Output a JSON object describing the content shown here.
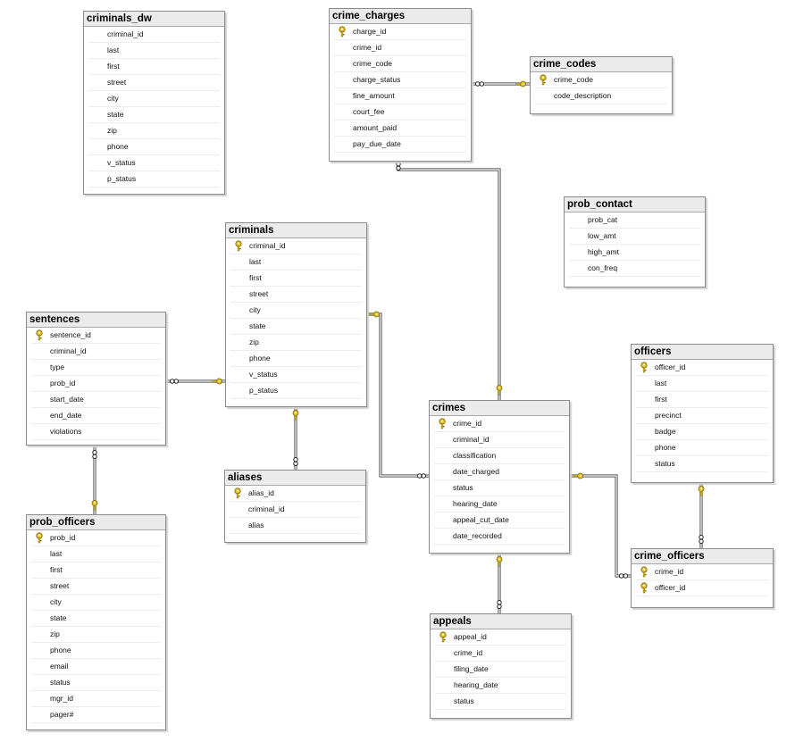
{
  "tables": {
    "criminals_dw": {
      "title": "criminals_dw",
      "columns": [
        {
          "name": "criminal_id",
          "pk": false
        },
        {
          "name": "last",
          "pk": false
        },
        {
          "name": "first",
          "pk": false
        },
        {
          "name": "street",
          "pk": false
        },
        {
          "name": "city",
          "pk": false
        },
        {
          "name": "state",
          "pk": false
        },
        {
          "name": "zip",
          "pk": false
        },
        {
          "name": "phone",
          "pk": false
        },
        {
          "name": "v_status",
          "pk": false
        },
        {
          "name": "p_status",
          "pk": false
        }
      ]
    },
    "crime_charges": {
      "title": "crime_charges",
      "columns": [
        {
          "name": "charge_id",
          "pk": true
        },
        {
          "name": "crime_id",
          "pk": false
        },
        {
          "name": "crime_code",
          "pk": false
        },
        {
          "name": "charge_status",
          "pk": false
        },
        {
          "name": "fine_amount",
          "pk": false
        },
        {
          "name": "court_fee",
          "pk": false
        },
        {
          "name": "amount_paid",
          "pk": false
        },
        {
          "name": "pay_due_date",
          "pk": false
        }
      ]
    },
    "crime_codes": {
      "title": "crime_codes",
      "columns": [
        {
          "name": "crime_code",
          "pk": true
        },
        {
          "name": "code_description",
          "pk": false
        }
      ]
    },
    "prob_contact": {
      "title": "prob_contact",
      "columns": [
        {
          "name": "prob_cat",
          "pk": false
        },
        {
          "name": "low_amt",
          "pk": false
        },
        {
          "name": "high_amt",
          "pk": false
        },
        {
          "name": "con_freq",
          "pk": false
        }
      ]
    },
    "criminals": {
      "title": "criminals",
      "columns": [
        {
          "name": "criminal_id",
          "pk": true
        },
        {
          "name": "last",
          "pk": false
        },
        {
          "name": "first",
          "pk": false
        },
        {
          "name": "street",
          "pk": false
        },
        {
          "name": "city",
          "pk": false
        },
        {
          "name": "state",
          "pk": false
        },
        {
          "name": "zip",
          "pk": false
        },
        {
          "name": "phone",
          "pk": false
        },
        {
          "name": "v_status",
          "pk": false
        },
        {
          "name": "p_status",
          "pk": false
        }
      ]
    },
    "sentences": {
      "title": "sentences",
      "columns": [
        {
          "name": "sentence_id",
          "pk": true
        },
        {
          "name": "criminal_id",
          "pk": false
        },
        {
          "name": "type",
          "pk": false
        },
        {
          "name": "prob_id",
          "pk": false
        },
        {
          "name": "start_date",
          "pk": false
        },
        {
          "name": "end_date",
          "pk": false
        },
        {
          "name": "violations",
          "pk": false
        }
      ]
    },
    "officers": {
      "title": "officers",
      "columns": [
        {
          "name": "officer_id",
          "pk": true
        },
        {
          "name": "last",
          "pk": false
        },
        {
          "name": "first",
          "pk": false
        },
        {
          "name": "precinct",
          "pk": false
        },
        {
          "name": "badge",
          "pk": false
        },
        {
          "name": "phone",
          "pk": false
        },
        {
          "name": "status",
          "pk": false
        }
      ]
    },
    "crimes": {
      "title": "crimes",
      "columns": [
        {
          "name": "crime_id",
          "pk": true
        },
        {
          "name": "criminal_id",
          "pk": false
        },
        {
          "name": "classification",
          "pk": false
        },
        {
          "name": "date_charged",
          "pk": false
        },
        {
          "name": "status",
          "pk": false
        },
        {
          "name": "hearing_date",
          "pk": false
        },
        {
          "name": "appeal_cut_date",
          "pk": false
        },
        {
          "name": "date_recorded",
          "pk": false
        }
      ]
    },
    "aliases": {
      "title": "aliases",
      "columns": [
        {
          "name": "alias_id",
          "pk": true
        },
        {
          "name": "criminal_id",
          "pk": false
        },
        {
          "name": "alias",
          "pk": false
        }
      ]
    },
    "prob_officers": {
      "title": "prob_officers",
      "columns": [
        {
          "name": "prob_id",
          "pk": true
        },
        {
          "name": "last",
          "pk": false
        },
        {
          "name": "first",
          "pk": false
        },
        {
          "name": "street",
          "pk": false
        },
        {
          "name": "city",
          "pk": false
        },
        {
          "name": "state",
          "pk": false
        },
        {
          "name": "zip",
          "pk": false
        },
        {
          "name": "phone",
          "pk": false
        },
        {
          "name": "email",
          "pk": false
        },
        {
          "name": "status",
          "pk": false
        },
        {
          "name": "mgr_id",
          "pk": false
        },
        {
          "name": "pager#",
          "pk": false
        }
      ]
    },
    "crime_officers": {
      "title": "crime_officers",
      "columns": [
        {
          "name": "crime_id",
          "pk": true
        },
        {
          "name": "officer_id",
          "pk": true
        }
      ]
    },
    "appeals": {
      "title": "appeals",
      "columns": [
        {
          "name": "appeal_id",
          "pk": true
        },
        {
          "name": "crime_id",
          "pk": false
        },
        {
          "name": "filing_date",
          "pk": false
        },
        {
          "name": "hearing_date",
          "pk": false
        },
        {
          "name": "status",
          "pk": false
        }
      ]
    }
  },
  "relationships": [
    {
      "from": "crime_charges",
      "to": "crime_codes",
      "many_end": "crime_charges",
      "one_end": "crime_codes"
    },
    {
      "from": "crime_charges",
      "to": "crimes",
      "many_end": "crime_charges",
      "one_end": "crimes"
    },
    {
      "from": "sentences",
      "to": "criminals",
      "many_end": "sentences",
      "one_end": "criminals"
    },
    {
      "from": "criminals",
      "to": "crimes",
      "many_end": "crimes",
      "one_end": "criminals"
    },
    {
      "from": "criminals",
      "to": "aliases",
      "many_end": "aliases",
      "one_end": "criminals"
    },
    {
      "from": "sentences",
      "to": "prob_officers",
      "many_end": "sentences",
      "one_end": "prob_officers"
    },
    {
      "from": "crimes",
      "to": "crime_officers",
      "many_end": "crime_officers",
      "one_end": "crimes"
    },
    {
      "from": "officers",
      "to": "crime_officers",
      "many_end": "crime_officers",
      "one_end": "officers"
    },
    {
      "from": "crimes",
      "to": "appeals",
      "many_end": "appeals",
      "one_end": "crimes"
    }
  ],
  "colors": {
    "key": "#e2c21b",
    "line": "#555555",
    "header": "#ebebeb",
    "border": "#8c8c8c"
  },
  "icons": {
    "primary_key": "key-icon",
    "one_end": "key-icon",
    "many_end": "infinity-icon"
  }
}
